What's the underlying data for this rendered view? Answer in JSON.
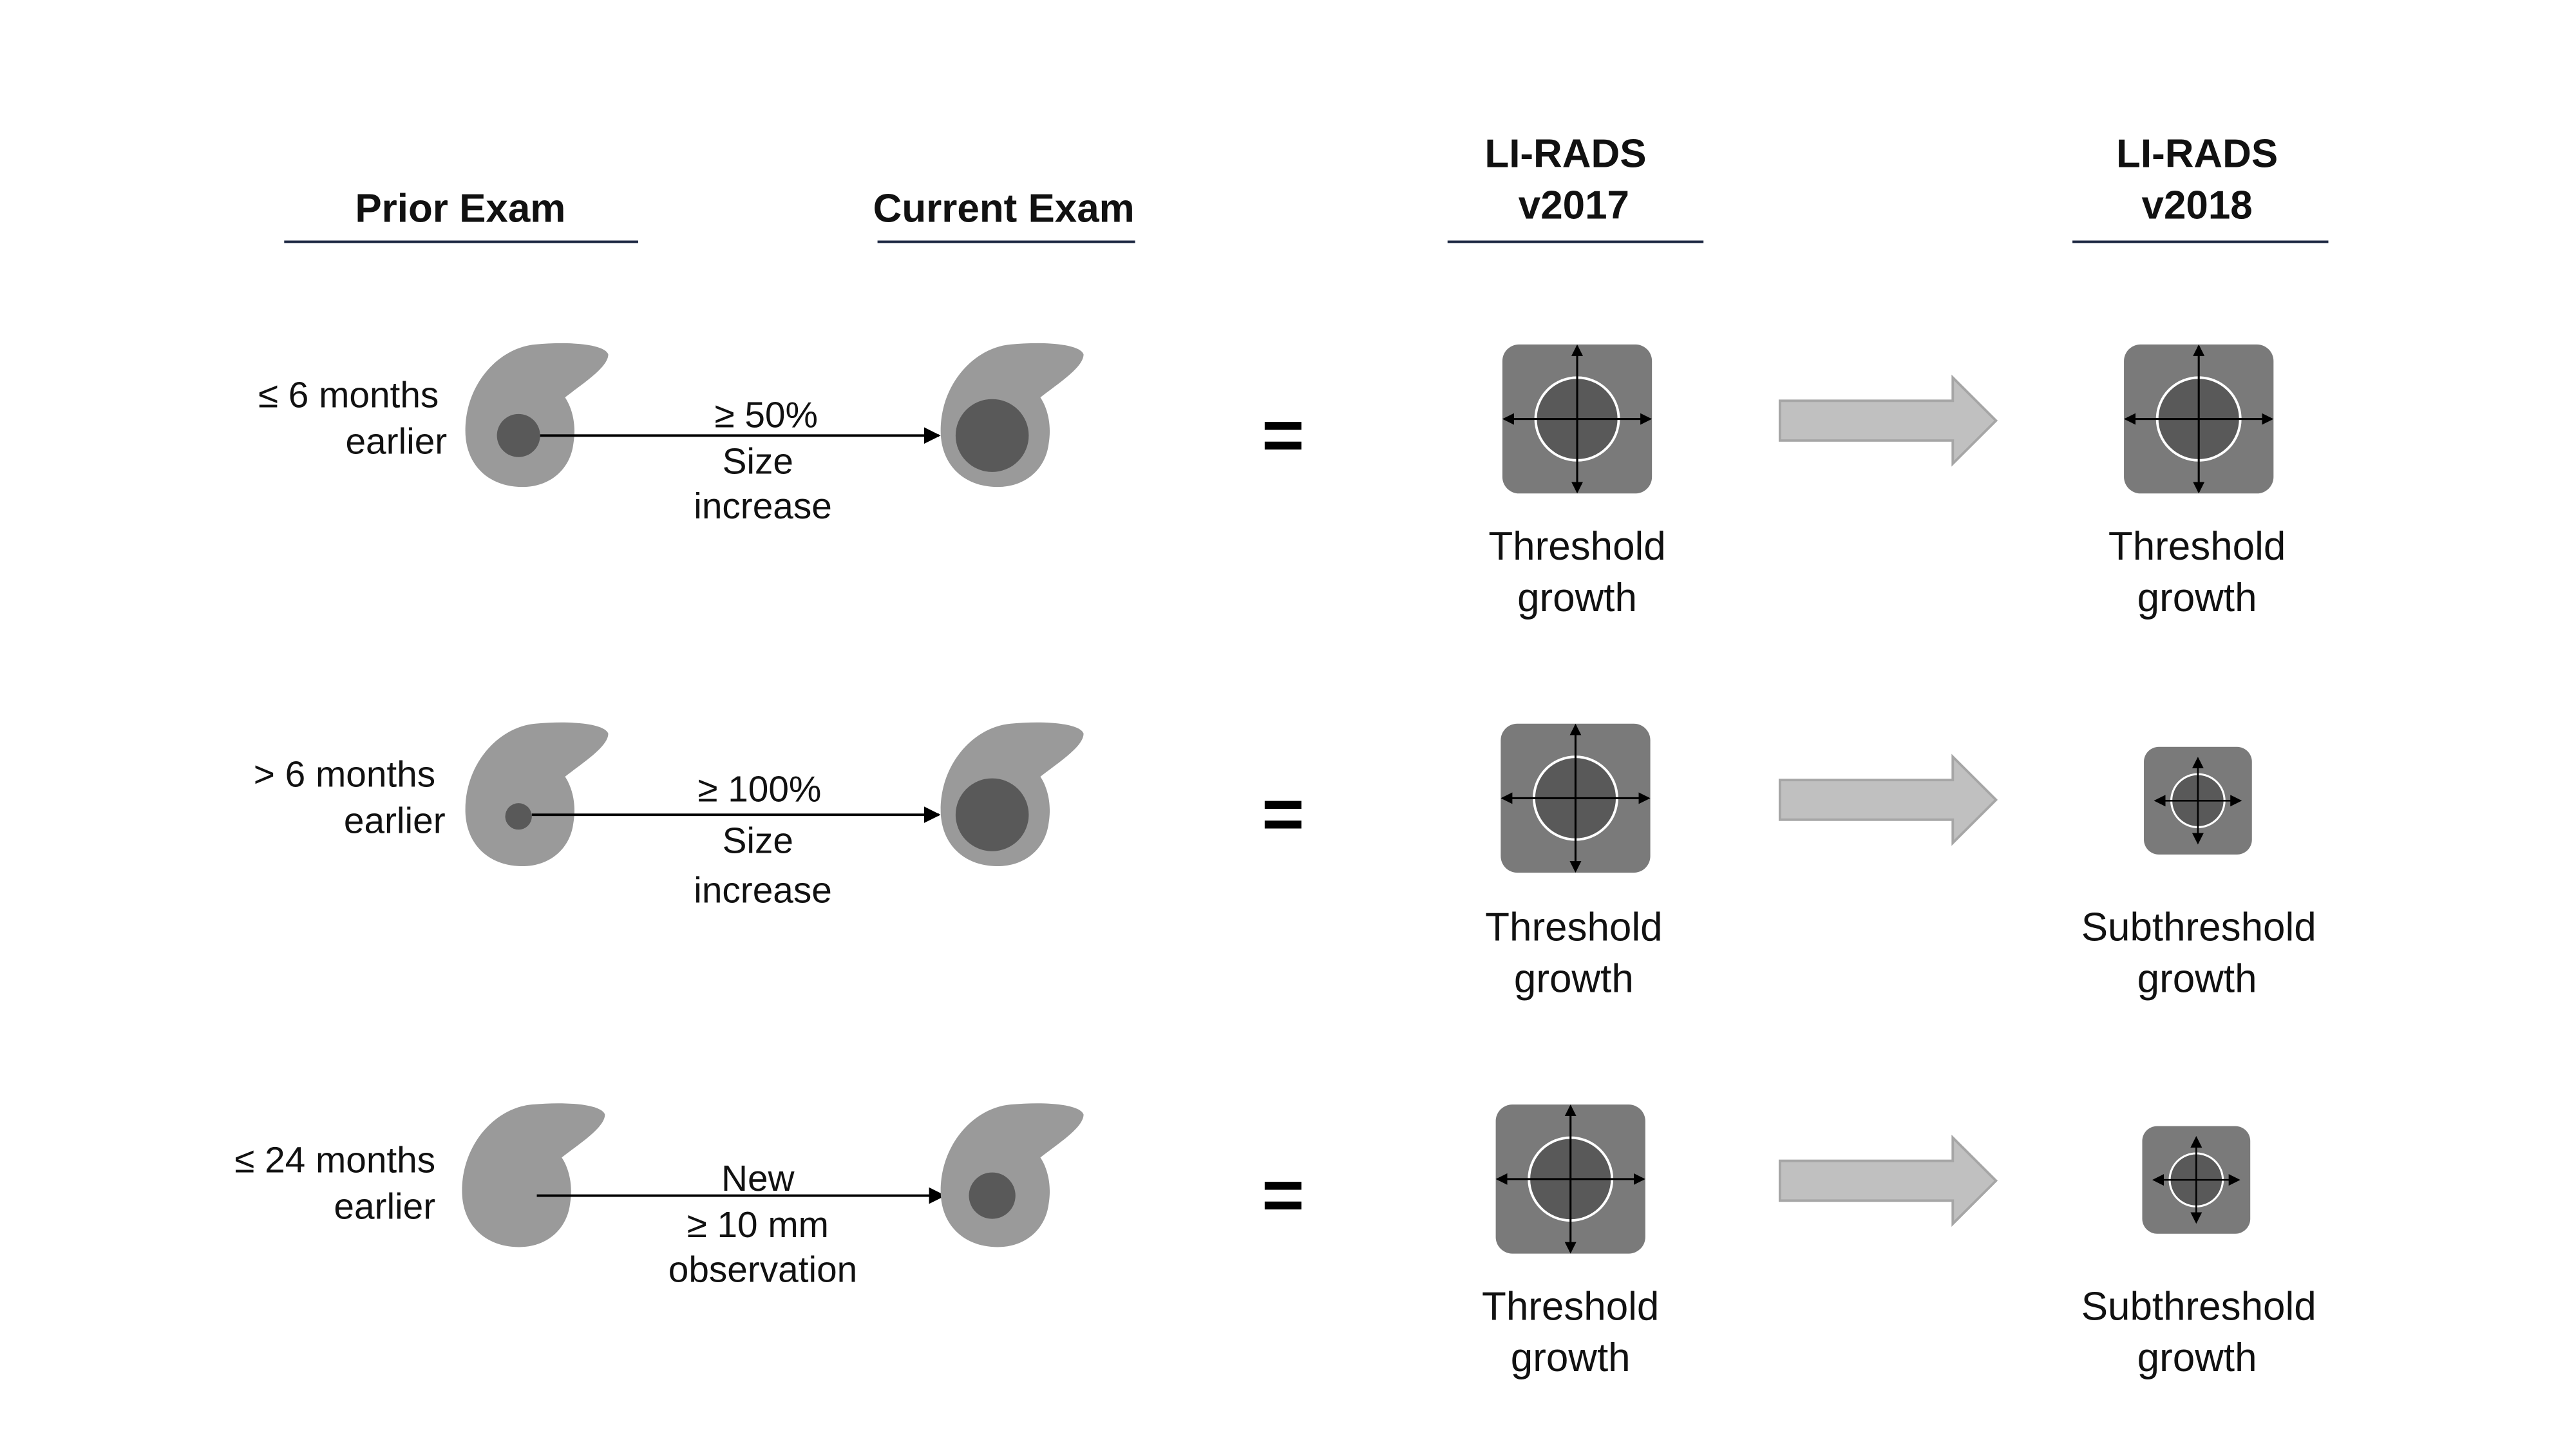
{
  "headers": {
    "prior_exam": "Prior  Exam",
    "current_exam": "Current Exam",
    "v2017_line1": "LI-RADS",
    "v2017_line2": "v2017",
    "v2018_line1": "LI-RADS",
    "v2018_line2": "v2018"
  },
  "rows": [
    {
      "interval_line1": "≤ 6 months",
      "interval_line2": "earlier",
      "change_line1": "≥ 50%",
      "change_line2": "Size",
      "change_line3": "increase",
      "equals": "=",
      "v2017_line1": "Threshold",
      "v2017_line2": "growth",
      "v2018_line1": "Threshold",
      "v2018_line2": "growth"
    },
    {
      "interval_line1": "> 6 months",
      "interval_line2": "earlier",
      "change_line1": "≥ 100%",
      "change_line2": "Size",
      "change_line3": "increase",
      "equals": "=",
      "v2017_line1": "Threshold",
      "v2017_line2": "growth",
      "v2018_line1": "Subthreshold",
      "v2018_line2": "growth"
    },
    {
      "interval_line1": "≤ 24 months",
      "interval_line2": "earlier",
      "change_line1": "New",
      "change_line2": "≥ 10 mm",
      "change_line3": "observation",
      "equals": "=",
      "v2017_line1": "Threshold",
      "v2017_line2": "growth",
      "v2018_line1": "Subthreshold",
      "v2018_line2": "growth"
    }
  ],
  "colors": {
    "liver": "#9a9a9a",
    "lesion": "#595959",
    "box": "#7a7a7a",
    "big_arrow_fill": "#c0c0c0",
    "big_arrow_stroke": "#a6a6a6",
    "header_rule": "#1f2a44"
  }
}
